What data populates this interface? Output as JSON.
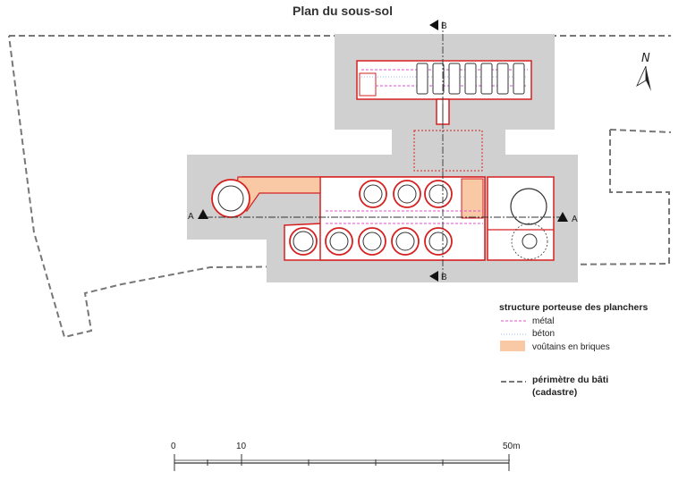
{
  "title": "Plan du sous-sol",
  "section_markers": {
    "b_top": "B",
    "b_bottom": "B",
    "a_left": "A",
    "a_right": "A"
  },
  "north_label": "N",
  "legend": {
    "heading": "structure porteuse des planchers",
    "items": [
      {
        "label": "métal",
        "color": "#e04fd0",
        "style": "dashed"
      },
      {
        "label": "béton",
        "color": "#9fb4e8",
        "style": "dotted"
      },
      {
        "label": "voûtains en briques",
        "color": "#f8c9a4",
        "style": "fill"
      }
    ],
    "perimeter_line1": "périmètre du bâti",
    "perimeter_line2": "(cadastre)"
  },
  "scale_bar": {
    "labels": [
      "0",
      "10",
      "50m"
    ]
  },
  "colors": {
    "building_shade": "#d0d0d0",
    "wall_red": "#d62020",
    "brick_fill": "#f8c9a4",
    "metal_pink": "#e04fd0",
    "concrete_blue": "#9fb4e8",
    "cadastre_gray": "#777777"
  }
}
